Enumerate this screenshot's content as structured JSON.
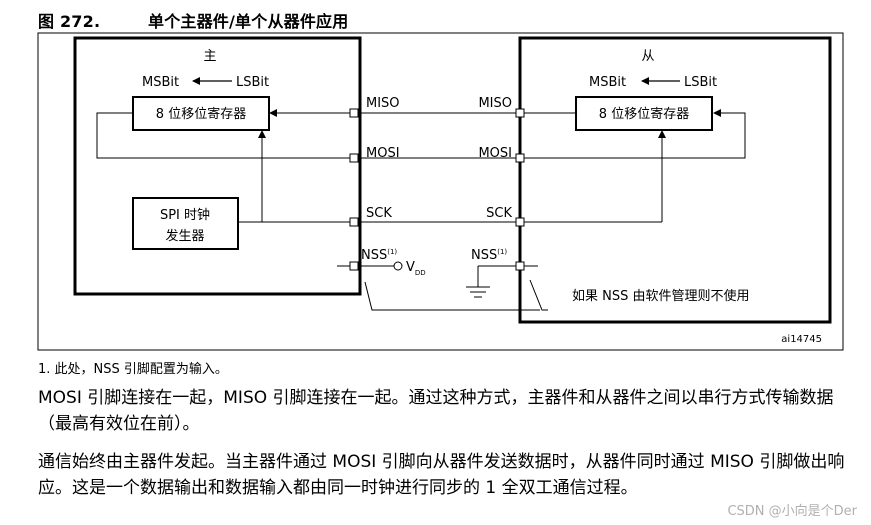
{
  "figure": {
    "number": "图 272.",
    "title": "单个主器件/单个从器件应用",
    "id_label": "ai14745"
  },
  "master": {
    "label": "主",
    "msbit": "MSBit",
    "lsbit": "LSBit",
    "shift_register": "8 位移位寄存器",
    "clock_gen_line1": "SPI 时钟",
    "clock_gen_line2": "发生器",
    "pins": {
      "miso": "MISO",
      "mosi": "MOSI",
      "sck": "SCK",
      "nss": "NSS",
      "nss_sup": "(1)"
    },
    "vdd_main": "V",
    "vdd_sub": "DD"
  },
  "slave": {
    "label": "从",
    "msbit": "MSBit",
    "lsbit": "LSBit",
    "shift_register": "8 位移位寄存器",
    "pins": {
      "miso": "MISO",
      "mosi": "MOSI",
      "sck": "SCK",
      "nss": "NSS",
      "nss_sup": "(1)"
    }
  },
  "nss_note": "如果 NSS 由软件管理则不使用",
  "footnote": "1.  此处，NSS 引脚配置为输入。",
  "paragraphs": [
    "MOSI 引脚连接在一起，MISO 引脚连接在一起。通过这种方式，主器件和从器件之间以串行方式传输数据（最高有效位在前）。",
    "通信始终由主器件发起。当主器件通过 MOSI 引脚向从器件发送数据时，从器件同时通过 MISO 引脚做出响应。这是一个数据输出和数据输入都由同一时钟进行同步的 1 全双工通信过程。"
  ],
  "watermark": "CSDN @小向是个Der"
}
